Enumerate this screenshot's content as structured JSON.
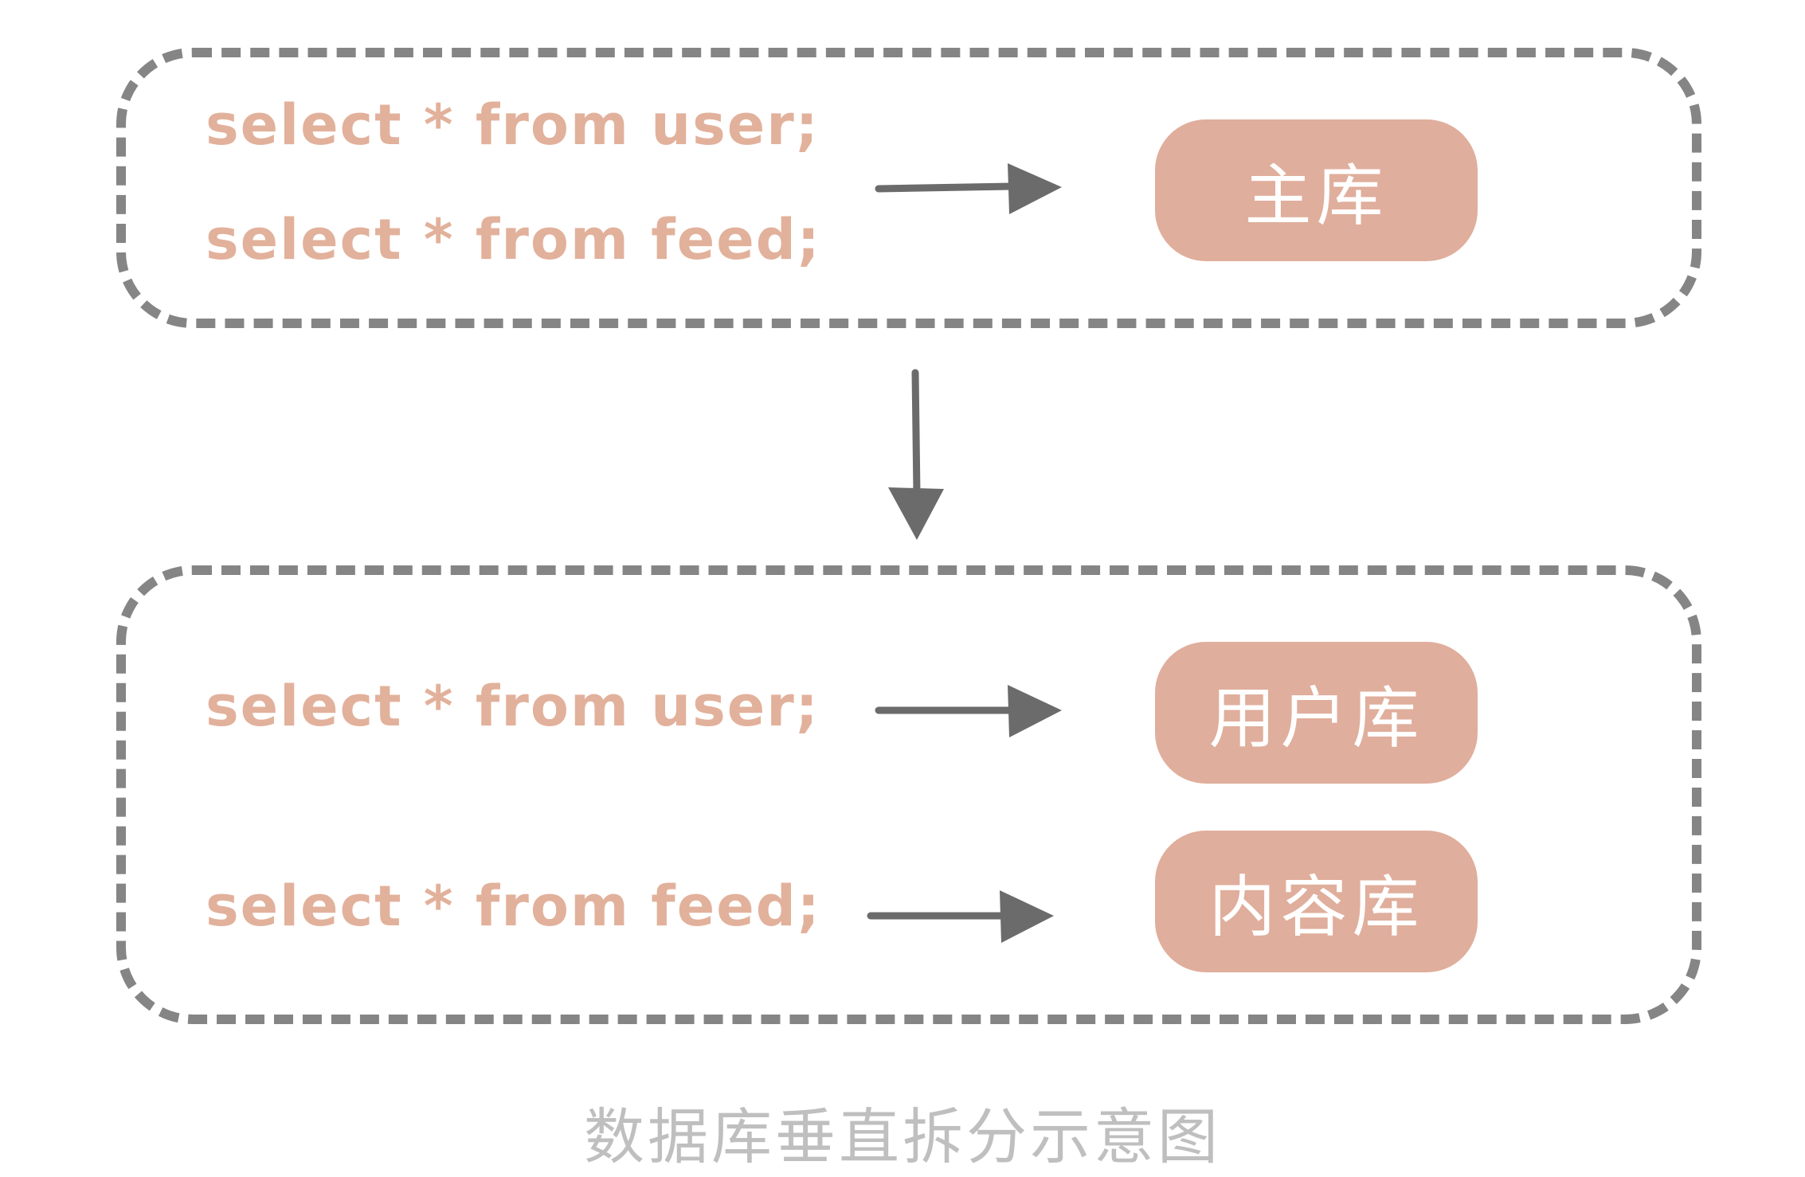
{
  "before": {
    "queries": [
      "select * from user;",
      "select * from feed;"
    ],
    "target": "主库"
  },
  "after": {
    "rows": [
      {
        "query": "select * from user;",
        "target": "用户库"
      },
      {
        "query": "select * from feed;",
        "target": "内容库"
      }
    ]
  },
  "caption": "数据库垂直拆分示意图",
  "colors": {
    "sql_text": "#e2b19b",
    "db_box": "#e0ae9c",
    "border": "#858585",
    "arrow": "#6b6b6b",
    "caption": "#bfbfbf"
  }
}
